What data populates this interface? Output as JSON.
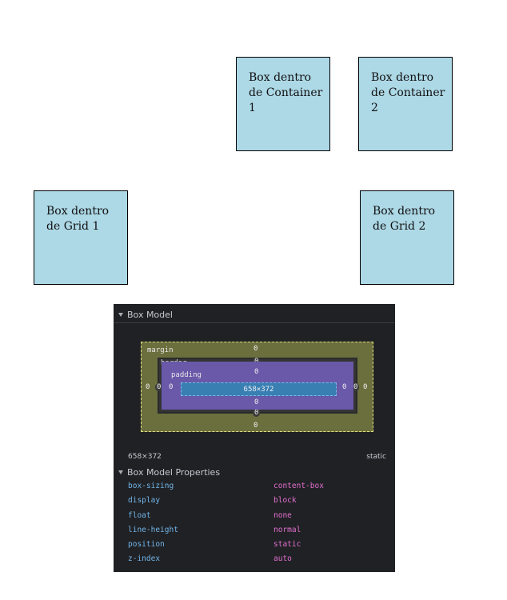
{
  "boxes": {
    "container1": {
      "line1": "Box dentro",
      "line2": "de Container",
      "line3": "1"
    },
    "container2": {
      "line1": "Box dentro",
      "line2": "de Container",
      "line3": "2"
    },
    "grid1": {
      "line1": "Box dentro",
      "line2": "de Grid 1"
    },
    "grid2": {
      "line1": "Box dentro",
      "line2": "de Grid 2"
    }
  },
  "devtools": {
    "box_model_header": "Box Model",
    "diagram": {
      "margin_label": "margin",
      "border_label": "border",
      "padding_label": "padding",
      "margin": {
        "top": "0",
        "right": "0",
        "bottom": "0",
        "left": "0"
      },
      "border": {
        "top": "0",
        "right": "0",
        "bottom": "0",
        "left": "0"
      },
      "padding": {
        "top": "0",
        "right": "0",
        "bottom": "0",
        "left": "0"
      },
      "content_size": "658×372"
    },
    "element_size": "658×372",
    "position_value": "static",
    "properties_header": "Box Model Properties",
    "properties": [
      {
        "name": "box-sizing",
        "value": "content-box"
      },
      {
        "name": "display",
        "value": "block"
      },
      {
        "name": "float",
        "value": "none"
      },
      {
        "name": "line-height",
        "value": "normal"
      },
      {
        "name": "position",
        "value": "static"
      },
      {
        "name": "z-index",
        "value": "auto"
      }
    ]
  },
  "colors": {
    "box_fill": "#add8e6",
    "panel_bg": "#202124",
    "margin_fill": "#6b6f3e",
    "padding_fill": "#6a58a9",
    "content_fill": "#3a7fb2",
    "prop_name": "#71b5ea",
    "prop_value": "#e36fd0"
  }
}
